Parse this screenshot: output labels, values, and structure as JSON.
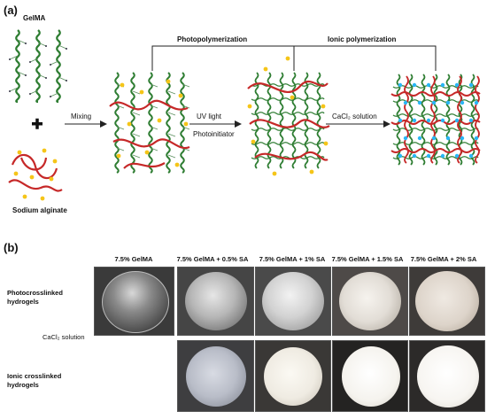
{
  "panel_a": {
    "label": "(a)",
    "gelma_label": "GelMA",
    "plus": "+",
    "sa_label": "Sodium alginate",
    "mixing_label": "Mixing",
    "uv_label": "UV light",
    "photoinitiator_label": "Photoinitiator",
    "cacl2_label": "CaCl₂ solution",
    "photopolymerization_label": "Photopolymerization",
    "ionic_label": "Ionic polymerization",
    "colors": {
      "gelma": "#2e7d32",
      "alginate": "#c62828",
      "initiator": "#f5c518",
      "calcium": "#29b6f6"
    }
  },
  "panel_b": {
    "label": "(b)",
    "row1_label_line1": "Photocrosslinked",
    "row1_label_line2": "hydrogels",
    "row2_label_line1": "Ionic crosslinked",
    "row2_label_line2": "hydrogels",
    "arrow_label": "CaCl₂ solution",
    "columns": [
      "7.5% GelMA",
      "7.5% GelMA + 0.5% SA",
      "7.5% GelMA + 1% SA",
      "7.5% GelMA + 1.5% SA",
      "7.5% GelMA + 2% SA"
    ]
  }
}
